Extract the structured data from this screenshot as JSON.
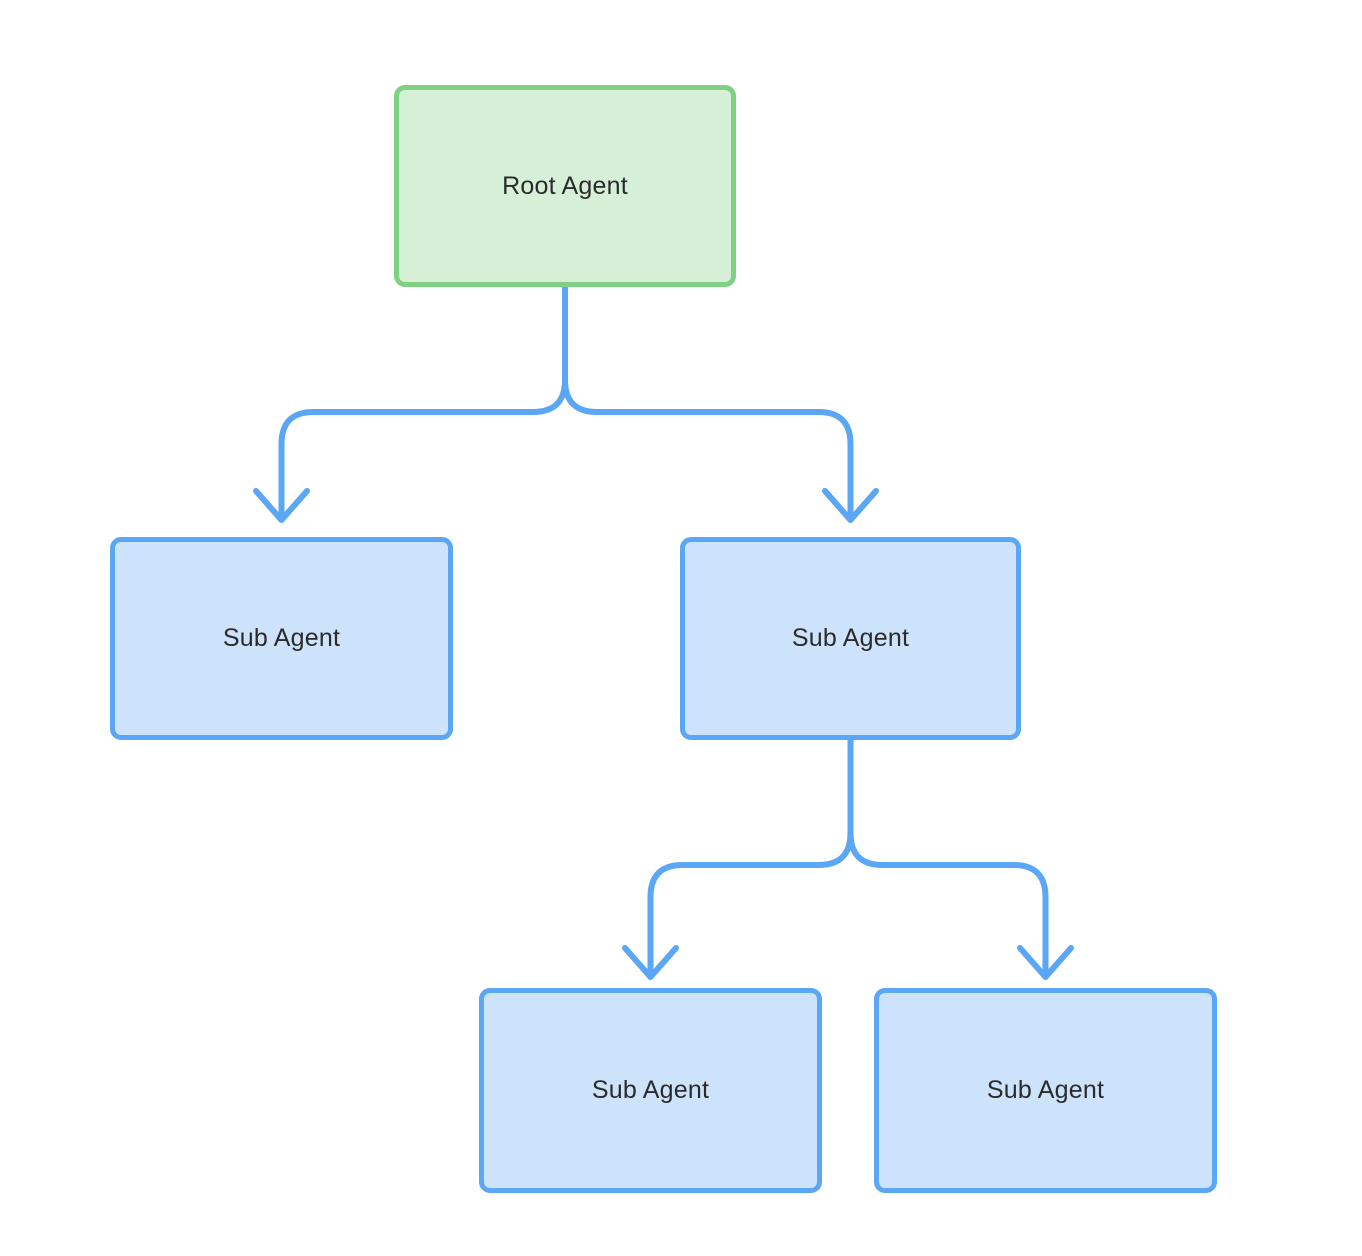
{
  "diagram": {
    "nodes": [
      {
        "id": "root-agent",
        "label": "Root Agent",
        "role": "root"
      },
      {
        "id": "sub-agent-left",
        "label": "Sub Agent",
        "role": "sub"
      },
      {
        "id": "sub-agent-right",
        "label": "Sub Agent",
        "role": "sub"
      },
      {
        "id": "sub-agent-child-left",
        "label": "Sub Agent",
        "role": "sub"
      },
      {
        "id": "sub-agent-child-right",
        "label": "Sub Agent",
        "role": "sub"
      }
    ],
    "edges": [
      {
        "from": "root-agent",
        "to": "sub-agent-left"
      },
      {
        "from": "root-agent",
        "to": "sub-agent-right"
      },
      {
        "from": "sub-agent-right",
        "to": "sub-agent-child-left"
      },
      {
        "from": "sub-agent-right",
        "to": "sub-agent-child-right"
      }
    ]
  },
  "colors": {
    "background": "#ffffff",
    "connector": "#5ba6f5",
    "root_fill": "#d6f0d8",
    "root_border": "#80d084",
    "sub_fill": "#cde3fb",
    "sub_border": "#5ba6f5",
    "label_text": "#2b2b2b"
  }
}
